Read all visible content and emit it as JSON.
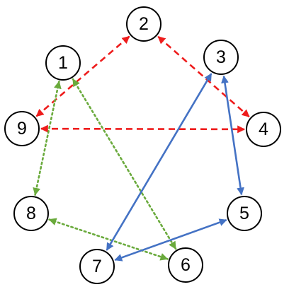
{
  "diagram": {
    "nodes": [
      {
        "id": "1",
        "label": "1"
      },
      {
        "id": "2",
        "label": "2"
      },
      {
        "id": "3",
        "label": "3"
      },
      {
        "id": "4",
        "label": "4"
      },
      {
        "id": "5",
        "label": "5"
      },
      {
        "id": "6",
        "label": "6"
      },
      {
        "id": "7",
        "label": "7"
      },
      {
        "id": "8",
        "label": "8"
      },
      {
        "id": "9",
        "label": "9"
      }
    ],
    "edges": [
      {
        "from": "2",
        "to": "9",
        "style": "dashed",
        "direction": "both",
        "color": "#ee1c1c"
      },
      {
        "from": "2",
        "to": "4",
        "style": "dashed",
        "direction": "both",
        "color": "#ee1c1c"
      },
      {
        "from": "9",
        "to": "4",
        "style": "dashed",
        "direction": "both",
        "color": "#ee1c1c"
      },
      {
        "from": "1",
        "to": "8",
        "style": "dotted",
        "direction": "both",
        "color": "#6aaa3c"
      },
      {
        "from": "1",
        "to": "6",
        "style": "dotted",
        "direction": "both",
        "color": "#6aaa3c"
      },
      {
        "from": "8",
        "to": "6",
        "style": "dotted",
        "direction": "both",
        "color": "#6aaa3c"
      },
      {
        "from": "3",
        "to": "7",
        "style": "solid",
        "direction": "both",
        "color": "#4472c4"
      },
      {
        "from": "3",
        "to": "5",
        "style": "solid",
        "direction": "both",
        "color": "#4472c4"
      },
      {
        "from": "5",
        "to": "7",
        "style": "solid",
        "direction": "both",
        "color": "#4472c4"
      }
    ]
  }
}
